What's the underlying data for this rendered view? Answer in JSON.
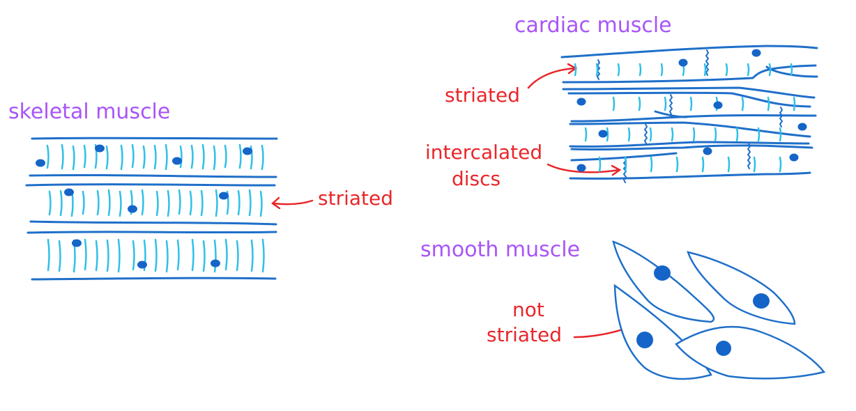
{
  "colors": {
    "title": "#a855f7",
    "label": "#e8262a",
    "outline": "#1f6fc9",
    "striation": "#2ec0e8",
    "nucleus": "#1565c8"
  },
  "skeletal": {
    "title": "skeletal muscle",
    "label": "striated"
  },
  "cardiac": {
    "title": "cardiac muscle",
    "label_striated": "striated",
    "label_discs_line1": "intercalated",
    "label_discs_line2": "discs"
  },
  "smooth": {
    "title": "smooth muscle",
    "label_line1": "not",
    "label_line2": "striated"
  }
}
